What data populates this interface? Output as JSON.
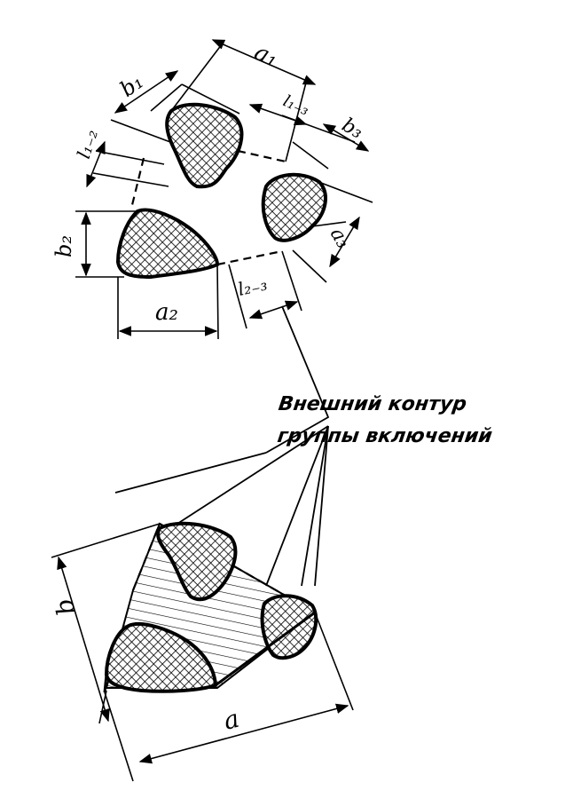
{
  "labels": {
    "a1_top": "a₁",
    "b1": "b₁",
    "l1_3": "l₁₋₃",
    "b3": "b₃",
    "l1_2": "l₁₋₂",
    "a3": "a₃",
    "b2": "b₂",
    "a2": "a₂",
    "l2_3": "l₂₋₃",
    "b_group": "b",
    "a_group": "a"
  },
  "caption": {
    "line1": "Внешний контур",
    "line2": "группы включений"
  },
  "colors": {
    "ink": "#000000",
    "background": "#ffffff"
  }
}
